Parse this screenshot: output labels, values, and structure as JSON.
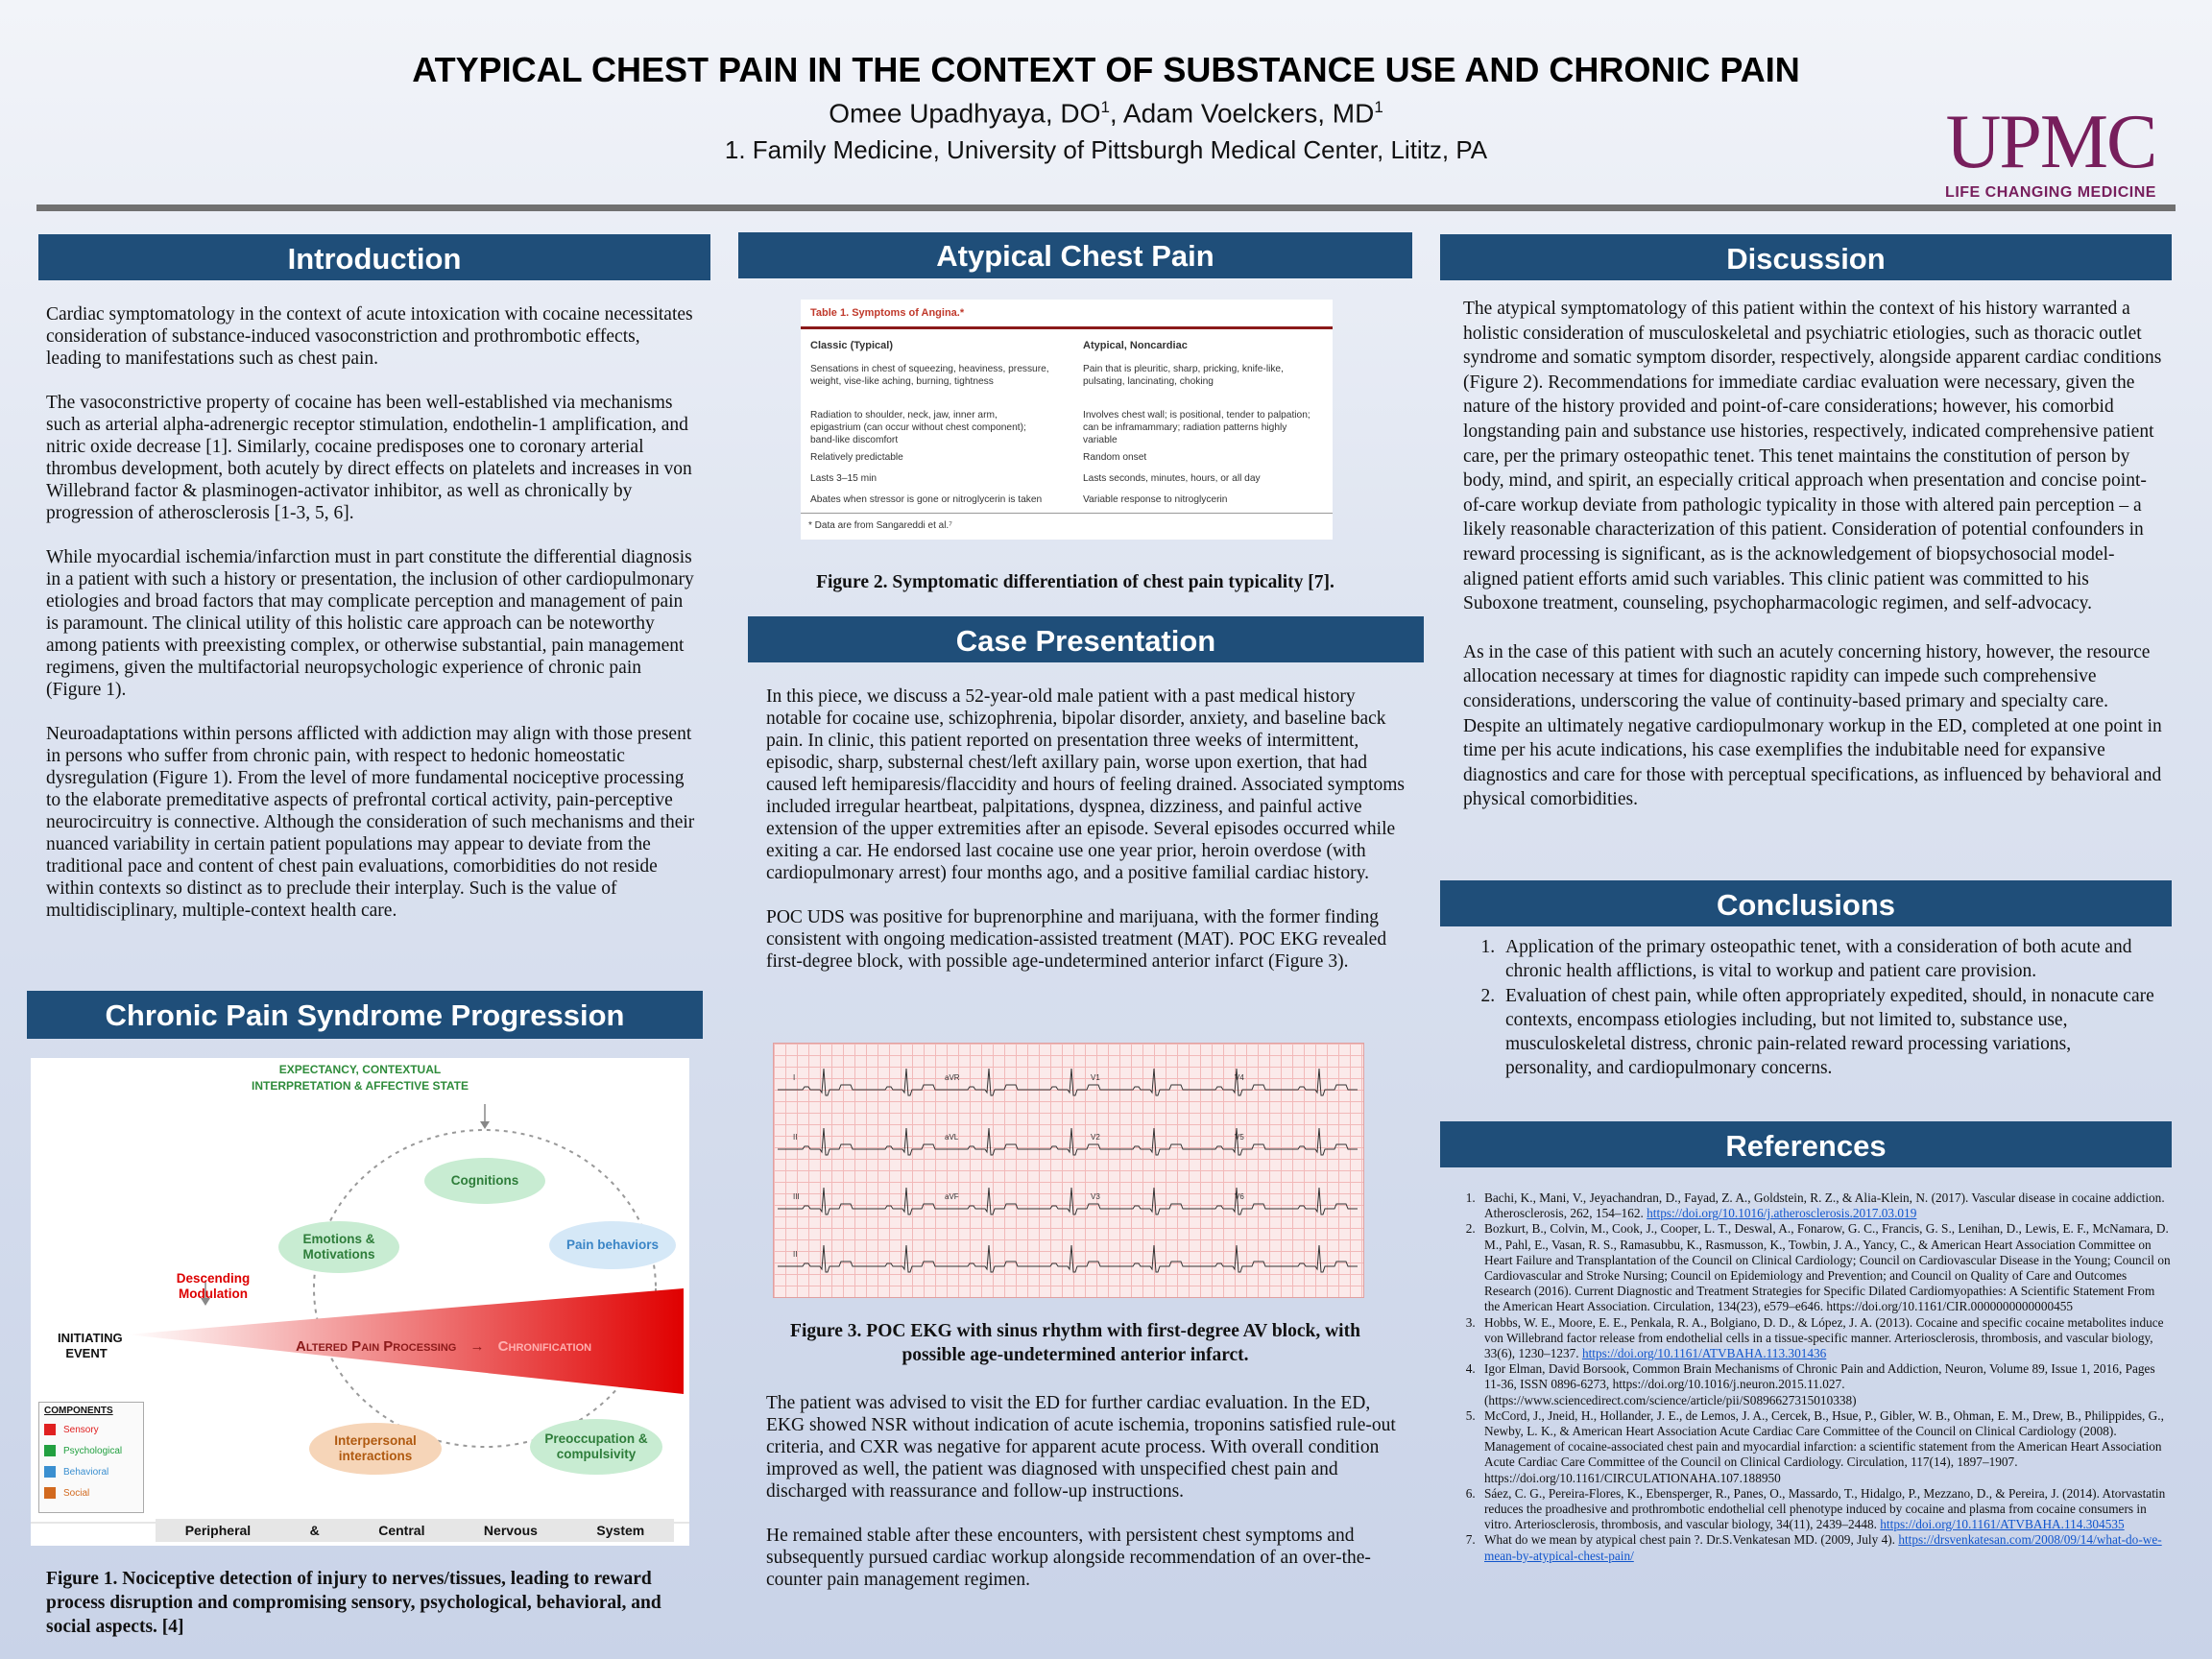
{
  "header": {
    "title": "ATYPICAL CHEST PAIN IN THE CONTEXT OF SUBSTANCE USE AND CHRONIC PAIN",
    "author1": "Omee Upadhyaya, DO",
    "author1_sup": "1",
    "author_sep": ", Adam Voelckers, MD",
    "author2_sup": "1",
    "affiliation": "1. Family Medicine, University of Pittsburgh Medical Center, Lititz, PA",
    "logo_main": "UPMC",
    "logo_tagline": "LIFE CHANGING MEDICINE",
    "logo_color": "#771e5c",
    "header_bar_color": "#1f4e79"
  },
  "introduction": {
    "heading": "Introduction",
    "paragraphs": [
      "Cardiac symptomatology in the context of acute intoxication with cocaine necessitates consideration of substance-induced vasoconstriction and prothrombotic effects, leading to manifestations such as chest pain.",
      "The vasoconstrictive property of cocaine has been well-established via mechanisms such as arterial alpha-adrenergic receptor stimulation, endothelin-1 amplification, and nitric oxide decrease [1]. Similarly, cocaine predisposes one to coronary arterial thrombus development, both acutely by direct effects on platelets and increases in von Willebrand factor & plasminogen-activator inhibitor, as well as chronically by progression of atherosclerosis [1-3, 5, 6].",
      "While myocardial ischemia/infarction must in part constitute the differential diagnosis in a patient with such a history or presentation, the inclusion of other cardiopulmonary etiologies and broad factors that may complicate perception and management of pain is paramount. The clinical utility of this holistic care approach can be noteworthy among patients with preexisting complex, or otherwise substantial, pain management regimens, given the multifactorial neuropsychologic experience of chronic pain (Figure 1).",
      "Neuroadaptations within persons afflicted with addiction may align with those present in persons who suffer from chronic pain, with respect to hedonic homeostatic dysregulation (Figure 1). From the level of more fundamental nociceptive processing to the elaborate premeditative aspects of prefrontal cortical activity, pain-perceptive neurocircuitry is connective. Although the consideration of such mechanisms and their nuanced variability in certain patient populations may appear to deviate from the traditional pace and content of chest pain evaluations, comorbidities do not reside within contexts so distinct as to preclude their interplay. Such is the value of multidisciplinary, multiple-context health care."
    ]
  },
  "chronic_pain": {
    "heading": "Chronic Pain Syndrome Progression",
    "diagram": {
      "top_label_1": "EXPECTANCY, CONTEXTUAL",
      "top_label_2": "INTERPRETATION & AFFECTIVE STATE",
      "cognitions": "Cognitions",
      "emotions": "Emotions & Motivations",
      "pain_behaviors": "Pain behaviors",
      "descending": "Descending Modulation",
      "initiating": "INITIATING EVENT",
      "altered": "Altered Pain Processing",
      "arrow": "→",
      "chronification": "Chronification",
      "interpersonal": "Interpersonal interactions",
      "preoccupation": "Preoccupation & compulsivity",
      "components_title": "COMPONENTS",
      "components": [
        {
          "label": "Sensory",
          "color": "#e02020"
        },
        {
          "label": "Psychological",
          "color": "#22a040"
        },
        {
          "label": "Behavioral",
          "color": "#3a8fd0"
        },
        {
          "label": "Social",
          "color": "#d2691e"
        }
      ],
      "bottom_bar": [
        "Peripheral",
        "&",
        "Central",
        "Nervous",
        "System"
      ]
    },
    "caption": "Figure 1. Nociceptive detection of injury to nerves/tissues, leading to reward process disruption and compromising sensory, psychological, behavioral, and social aspects. [4]"
  },
  "atypical": {
    "heading": "Atypical Chest Pain",
    "table": {
      "title": "Table 1. Symptoms of Angina.*",
      "col1_header": "Classic (Typical)",
      "col2_header": "Atypical, Noncardiac",
      "rows": [
        [
          "Sensations in chest of squeezing, heaviness, pressure, weight, vise-like aching, burning, tightness",
          "Pain that is pleuritic, sharp, pricking, knife-like, pulsating, lancinating, choking"
        ],
        [
          "Radiation to shoulder, neck, jaw, inner arm, epigastrium (can occur without chest component); band-like discomfort",
          "Involves chest wall; is positional, tender to palpation; can be inframammary; radiation patterns highly variable"
        ],
        [
          "Relatively predictable",
          "Random onset"
        ],
        [
          "Lasts 3–15 min",
          "Lasts seconds, minutes, hours, or all day"
        ],
        [
          "Abates when stressor is gone or nitroglycerin is taken",
          "Variable response to nitroglycerin"
        ]
      ],
      "footnote": "* Data are from Sangareddi et al.⁷"
    },
    "caption": "Figure 2. Symptomatic differentiation of chest pain typicality [7]."
  },
  "case": {
    "heading": "Case Presentation",
    "paragraphs": [
      "In this piece, we discuss a 52-year-old male patient with a past medical history notable for cocaine use, schizophrenia, bipolar disorder, anxiety, and baseline back pain. In clinic, this patient reported on presentation three weeks of intermittent, episodic, sharp, substernal chest/left axillary pain, worse upon exertion, that had caused left hemiparesis/flaccidity and hours of feeling drained. Associated symptoms included irregular heartbeat, palpitations, dyspnea, dizziness, and painful active extension of the upper extremities after an episode. Several episodes occurred while exiting a car. He endorsed last cocaine use one year prior, heroin overdose (with cardiopulmonary arrest) four months ago, and a positive familial cardiac history.",
      "POC UDS was positive for buprenorphine and marijuana, with the former finding consistent with ongoing medication-assisted treatment (MAT). POC EKG revealed first-degree block, with possible age-undetermined anterior infarct (Figure 3)."
    ],
    "ekg_leads": [
      "I",
      "aVR",
      "V1",
      "V4",
      "II",
      "aVL",
      "V2",
      "V5",
      "III",
      "aVF",
      "V3",
      "V6",
      "II"
    ],
    "caption": "Figure 3. POC EKG with sinus rhythm with first-degree AV block, with possible age-undetermined anterior infarct.",
    "paragraphs2": [
      "The patient was advised to visit the ED for further cardiac evaluation. In the ED, EKG showed NSR without indication of acute ischemia, troponins satisfied rule-out criteria, and CXR was negative for apparent acute process. With overall condition improved as well, the patient was diagnosed with unspecified chest pain and discharged with reassurance and follow-up instructions.",
      "He remained stable after these encounters, with persistent chest symptoms and subsequently pursued cardiac workup alongside recommendation of an over-the-counter pain management regimen."
    ]
  },
  "discussion": {
    "heading": "Discussion",
    "paragraphs": [
      "The atypical symptomatology of this patient within the context of his history warranted a holistic consideration of musculoskeletal and psychiatric etiologies, such as thoracic outlet syndrome and somatic symptom disorder, respectively, alongside apparent cardiac conditions (Figure 2). Recommendations for immediate cardiac evaluation were necessary, given the nature of the history provided and point-of-care considerations; however, his comorbid longstanding pain and substance use histories, respectively, indicated comprehensive patient care, per the primary osteopathic tenet. This tenet maintains the constitution of person by body, mind, and spirit, an especially critical approach when presentation and concise point-of-care workup deviate from pathologic typicality in those with altered pain perception – a likely reasonable characterization of this patient.  Consideration of potential confounders in reward processing is significant, as is the acknowledgement of biopsychosocial model-aligned patient efforts amid such variables. This clinic patient was committed to his Suboxone treatment, counseling, psychopharmacologic regimen, and self-advocacy.",
      "As in the case of this patient with such an acutely concerning history, however, the resource allocation necessary at times for diagnostic rapidity can impede such comprehensive considerations, underscoring the value of continuity-based primary and specialty care. Despite an ultimately negative cardiopulmonary workup in the ED, completed at one point in time per his acute indications, his case exemplifies the indubitable need for expansive diagnostics and care for those with perceptual specifications, as influenced by behavioral and physical comorbidities."
    ]
  },
  "conclusions": {
    "heading": "Conclusions",
    "items": [
      "Application of the primary osteopathic tenet, with a consideration of both acute and chronic health afflictions, is vital to workup and patient care provision.",
      "Evaluation of chest pain, while often appropriately expedited, should, in nonacute care contexts, encompass etiologies including, but not limited to, substance use, musculoskeletal distress, chronic pain-related reward processing variations, personality, and cardiopulmonary concerns."
    ]
  },
  "references": {
    "heading": "References",
    "items": [
      {
        "text": "Bachi, K., Mani, V., Jeyachandran, D., Fayad, Z. A., Goldstein, R. Z., & Alia-Klein, N. (2017). Vascular disease in cocaine addiction. Atherosclerosis, 262, 154–162. ",
        "link": "https://doi.org/10.1016/j.atherosclerosis.2017.03.019"
      },
      {
        "text": "Bozkurt, B., Colvin, M., Cook, J., Cooper, L. T., Deswal, A., Fonarow, G. C., Francis, G. S., Lenihan, D., Lewis, E. F., McNamara, D. M., Pahl, E., Vasan, R. S., Ramasubbu, K., Rasmusson, K., Towbin, J. A., Yancy, C., & American Heart Association Committee on Heart Failure and Transplantation of the Council on Clinical Cardiology; Council on Cardiovascular Disease in the Young; Council on Cardiovascular and Stroke Nursing; Council on Epidemiology and Prevention; and Council on Quality of Care and Outcomes Research (2016). Current Diagnostic and Treatment Strategies for Specific Dilated Cardiomyopathies: A Scientific Statement From the American Heart Association. Circulation, 134(23), e579–e646. https://doi.org/10.1161/CIR.0000000000000455",
        "link": ""
      },
      {
        "text": "Hobbs, W. E., Moore, E. E., Penkala, R. A., Bolgiano, D. D., & López, J. A. (2013). Cocaine and specific cocaine metabolites induce von Willebrand factor release from endothelial cells in a tissue-specific manner. Arteriosclerosis, thrombosis, and vascular biology, 33(6), 1230–1237. ",
        "link": "https://doi.org/10.1161/ATVBAHA.113.301436"
      },
      {
        "text": "Igor Elman, David Borsook, Common Brain Mechanisms of Chronic Pain and Addiction, Neuron, Volume 89, Issue 1, 2016, Pages 11-36, ISSN 0896-6273, https://doi.org/10.1016/j.neuron.2015.11.027.(https://www.sciencedirect.com/science/article/pii/S0896627315010338)",
        "link": ""
      },
      {
        "text": "McCord, J., Jneid, H., Hollander, J. E., de Lemos, J. A., Cercek, B., Hsue, P., Gibler, W. B., Ohman, E. M., Drew, B., Philippides, G., Newby, L. K., & American Heart Association Acute Cardiac Care Committee of the Council on Clinical Cardiology (2008). Management of cocaine-associated chest pain and myocardial infarction: a scientific statement from the American Heart Association Acute Cardiac Care Committee of the Council on Clinical Cardiology. Circulation, 117(14), 1897–1907. https://doi.org/10.1161/CIRCULATIONAHA.107.188950",
        "link": ""
      },
      {
        "text": "Sáez, C. G., Pereira-Flores, K., Ebensperger, R., Panes, O., Massardo, T., Hidalgo, P., Mezzano, D., & Pereira, J. (2014). Atorvastatin reduces the proadhesive and prothrombotic endothelial cell phenotype induced by cocaine and plasma from cocaine consumers in vitro. Arteriosclerosis, thrombosis, and vascular biology, 34(11), 2439–2448. ",
        "link": "https://doi.org/10.1161/ATVBAHA.114.304535"
      },
      {
        "text": "What do we mean by atypical chest pain ?. Dr.S.Venkatesan MD. (2009, July 4). ",
        "link": "https://drsvenkatesan.com/2008/09/14/what-do-we-mean-by-atypical-chest-pain/"
      }
    ]
  }
}
